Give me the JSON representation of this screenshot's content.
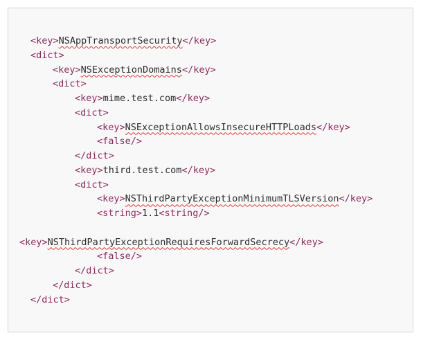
{
  "code": {
    "lines": [
      {
        "indent": 1,
        "open": "<key>",
        "text": "NSAppTransportSecurity",
        "close": "</key>",
        "spell": true
      },
      {
        "indent": 1,
        "open": "<dict>",
        "text": "",
        "close": "",
        "spell": false
      },
      {
        "indent": 2,
        "open": "<key>",
        "text": "NSExceptionDomains",
        "close": "</key>",
        "spell": true
      },
      {
        "indent": 2,
        "open": "<dict>",
        "text": "",
        "close": "",
        "spell": false
      },
      {
        "indent": 3,
        "open": "<key>",
        "text": "mime.test.com",
        "close": "</key>",
        "spell": false
      },
      {
        "indent": 3,
        "open": "<dict>",
        "text": "",
        "close": "",
        "spell": false
      },
      {
        "indent": 4,
        "open": "<key>",
        "text": "NSExceptionAllowsInsecureHTTPLoads",
        "close": "</key>",
        "spell": true
      },
      {
        "indent": 4,
        "open": "<false/>",
        "text": "",
        "close": "",
        "spell": false
      },
      {
        "indent": 3,
        "open": "</dict>",
        "text": "",
        "close": "",
        "spell": false
      },
      {
        "indent": 3,
        "open": "<key>",
        "text": "third.test.com",
        "close": "</key>",
        "spell": false
      },
      {
        "indent": 3,
        "open": "<dict>",
        "text": "",
        "close": "",
        "spell": false
      },
      {
        "indent": 4,
        "open": "<key>",
        "text": "NSThirdPartyExceptionMinimumTLSVersion",
        "close": "</key>",
        "spell": true
      },
      {
        "indent": 4,
        "open": "<string>",
        "text": "1.1",
        "close": "<string/>",
        "spell": false
      },
      {
        "indent": -1,
        "open": "",
        "text": "",
        "close": "",
        "spell": false
      },
      {
        "indent": 0,
        "open": "<key>",
        "text": "NSThirdPartyExceptionRequiresForwardSecrecy",
        "close": "</key>",
        "spell": true
      },
      {
        "indent": 4,
        "open": "<false/>",
        "text": "",
        "close": "",
        "spell": false
      },
      {
        "indent": 3,
        "open": "</dict>",
        "text": "",
        "close": "",
        "spell": false
      },
      {
        "indent": 2,
        "open": "</dict>",
        "text": "",
        "close": "",
        "spell": false
      },
      {
        "indent": 1,
        "open": "</dict>",
        "text": "",
        "close": "",
        "spell": false
      }
    ]
  },
  "colors": {
    "tag": "#8a2a5e",
    "text": "#2b2b2b",
    "background": "#f8f8f8",
    "border": "#d6d6d6",
    "spellcheck": "#d83b3b"
  }
}
